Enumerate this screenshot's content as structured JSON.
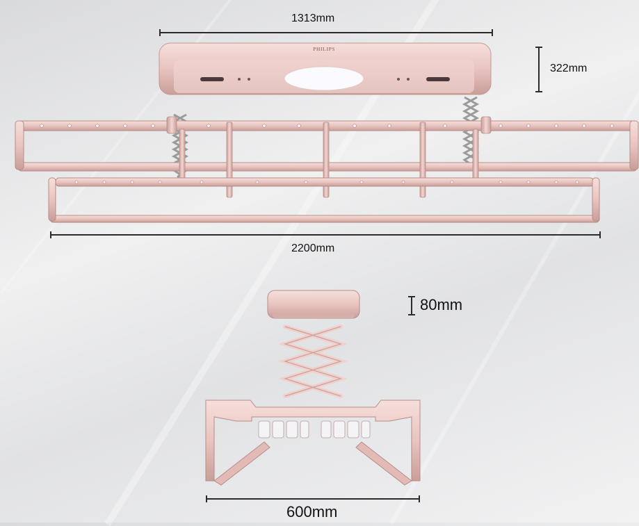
{
  "brand": {
    "logo_text": "PHILIPS"
  },
  "dimensions": {
    "top_width": "1313mm",
    "top_height": "322mm",
    "rail_length": "2200mm",
    "side_height": "80mm",
    "side_width": "600mm"
  },
  "colors": {
    "rose_gold": "#e9c4c0",
    "rose_gold_dark": "#c89e99",
    "rose_gold_light": "#f6dfdc",
    "light_panel": "#fbfbff",
    "dimension_line": "#2b2b2b",
    "background": "#e6e6e8"
  }
}
